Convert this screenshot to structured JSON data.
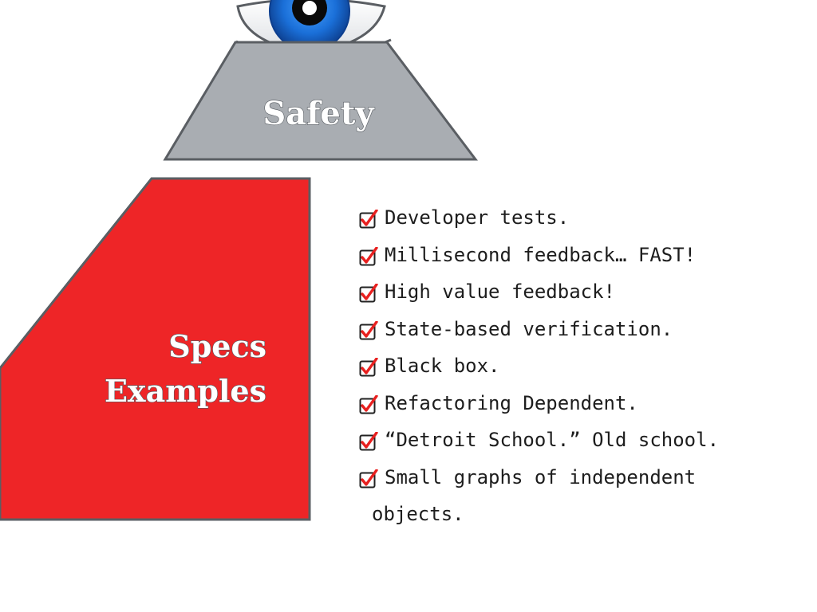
{
  "diagram": {
    "top_label": "Safety",
    "main_label_lines": [
      "Specs",
      "Examples"
    ],
    "colors": {
      "top_fill": "#a9adb2",
      "main_fill": "#ee2527",
      "outline": "#5a5e63",
      "eye_iris": "#1a6fd8",
      "check": "#e8201f"
    },
    "icons": {
      "eye": "eye-icon",
      "check": "checkbox-checked-icon"
    }
  },
  "checklist": [
    "Developer tests.",
    "Millisecond feedback… FAST!",
    "High value feedback!",
    "State-based verification.",
    "Black box.",
    "Refactoring Dependent.",
    "“Detroit School.” Old school.",
    "Small graphs of independent"
  ],
  "checklist_continuation": "objects."
}
